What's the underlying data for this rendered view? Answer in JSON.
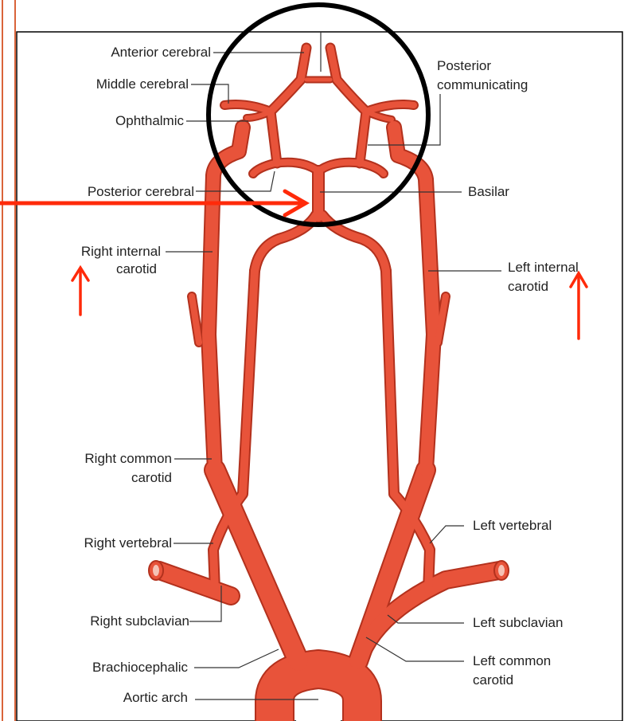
{
  "labels": {
    "anterior_cerebral": "Anterior cerebral",
    "middle_cerebral": "Middle cerebral",
    "ophthalmic": "Ophthalmic",
    "posterior_communicating_1": "Posterior",
    "posterior_communicating_2": "communicating",
    "posterior_cerebral": "Posterior cerebral",
    "basilar": "Basilar",
    "right_internal_carotid_1": "Right internal",
    "right_internal_carotid_2": "carotid",
    "left_internal_carotid_1": "Left internal",
    "left_internal_carotid_2": "carotid",
    "right_common_carotid_1": "Right common",
    "right_common_carotid_2": "carotid",
    "left_vertebral": "Left vertebral",
    "right_vertebral": "Right vertebral",
    "right_subclavian": "Right subclavian",
    "left_subclavian": "Left subclavian",
    "brachiocephalic": "Brachiocephalic",
    "left_common_carotid_1": "Left common",
    "left_common_carotid_2": "carotid",
    "aortic_arch": "Aortic arch"
  },
  "colors": {
    "artery_fill": "#e8533a",
    "artery_outline": "#b3311d",
    "annotation_red": "#ff2a0a",
    "frame_orange": "#d9643a",
    "circle": "#000000",
    "leader_line": "#333333"
  }
}
